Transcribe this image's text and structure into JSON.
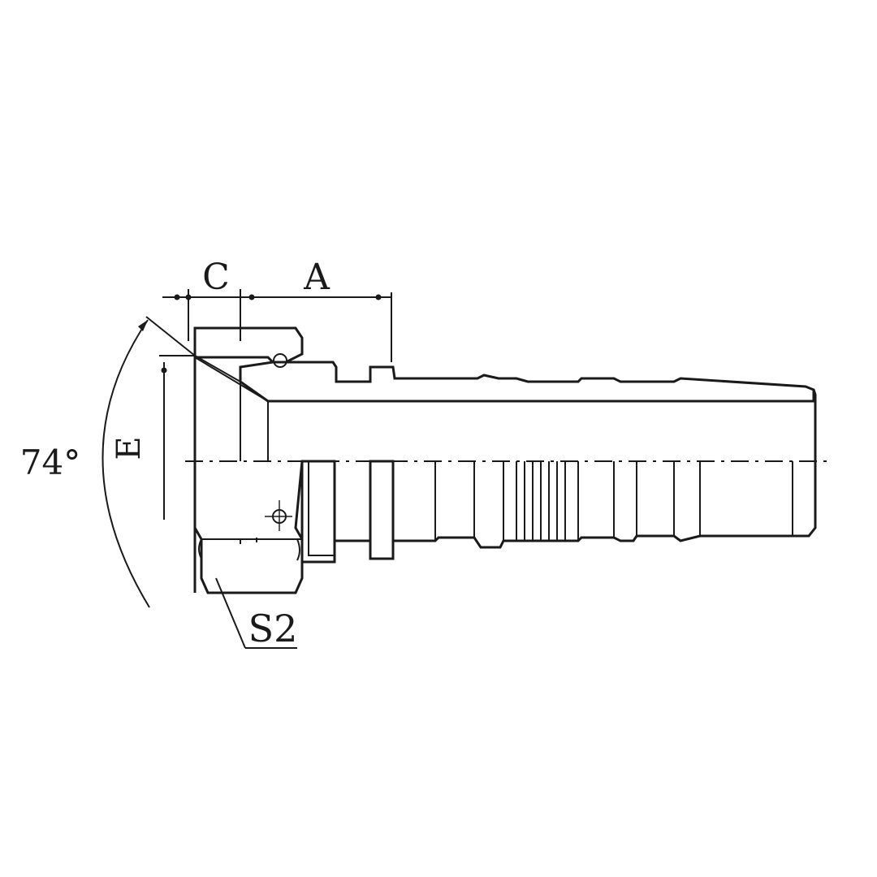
{
  "drawing": {
    "labels": {
      "dim_c": "C",
      "dim_a": "A",
      "dim_e": "E",
      "angle": "74°",
      "nut_size": "S2"
    },
    "colors": {
      "line": "#1a1a1a",
      "background": "#ffffff"
    }
  }
}
